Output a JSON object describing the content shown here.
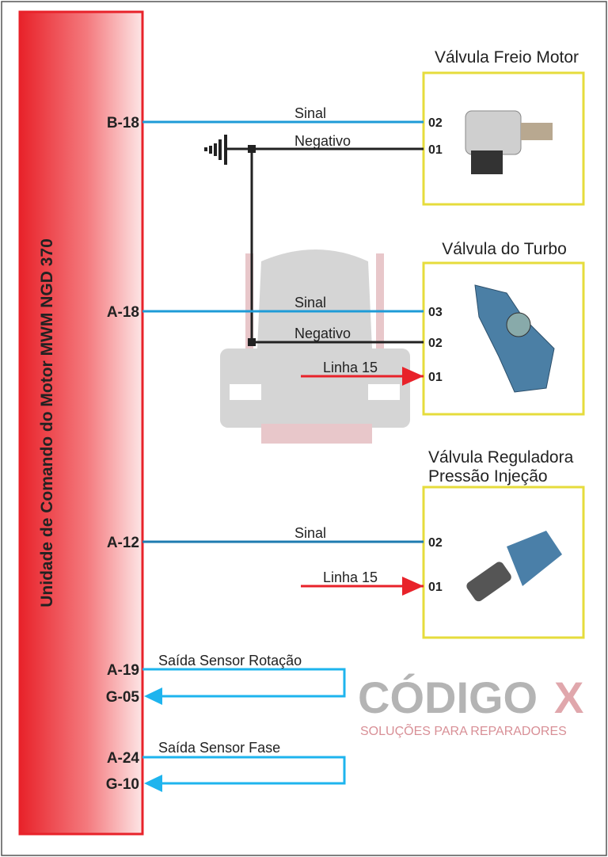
{
  "ecu": {
    "label": "Unidade de Comando do Motor MWM NGD 370"
  },
  "components": [
    {
      "title": "Válvula Freio Motor",
      "terminals": [
        "02",
        "01"
      ]
    },
    {
      "title": "Válvula do Turbo",
      "terminals": [
        "03",
        "02",
        "01"
      ]
    },
    {
      "title_line1": "Válvula Reguladora",
      "title_line2": "Pressão Injeção",
      "terminals": [
        "02",
        "01"
      ]
    }
  ],
  "pins": [
    "B-18",
    "A-18",
    "A-12",
    "A-19",
    "G-05",
    "A-24",
    "G-10"
  ],
  "wires": {
    "sinal": "Sinal",
    "negativo": "Negativo",
    "linha15": "Linha 15",
    "rotacao": "Saída Sensor Rotação",
    "fase": "Saída Sensor Fase"
  },
  "watermark": {
    "brand": "CÓDIGO",
    "brand_x": "X",
    "tagline": "SOLUÇÕES PARA REPARADORES"
  },
  "colors": {
    "ecu_red": "#e8222a",
    "signal_blue": "#1e9bd7",
    "ground_black": "#222222",
    "power_red": "#e8222a",
    "box_yellow": "#e6dc3c",
    "return_cyan": "#1eb4ee"
  }
}
